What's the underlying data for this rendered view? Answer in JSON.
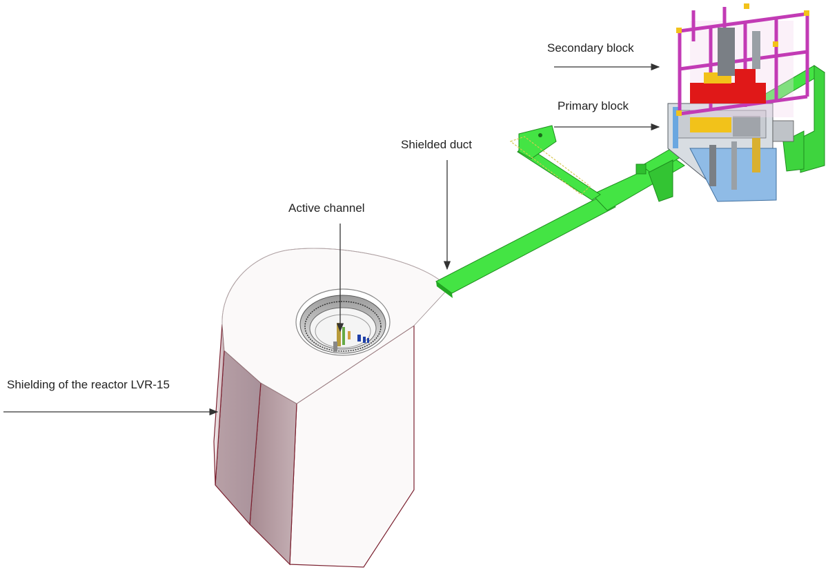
{
  "labels": {
    "secondary_block": "Secondary block",
    "primary_block": "Primary block",
    "shielded_duct": "Shielded duct",
    "active_channel": "Active channel",
    "reactor_shielding": "Shielding of the reactor LVR-15"
  },
  "colors": {
    "shielding_top": "#fbf9f9",
    "shielding_side_light": "#f2ebec",
    "shielding_side_mid": "#b89ea5",
    "shielding_side_dark": "#a6898f",
    "edge": "#7a1f2e",
    "duct_green": "#3ee63e",
    "duct_green_dark": "#22a822",
    "frame_magenta": "#c23bb5",
    "frame_blue": "#6aa7e0",
    "component_red": "#e01818",
    "component_yellow": "#f2c21a",
    "arrow": "#333333"
  }
}
